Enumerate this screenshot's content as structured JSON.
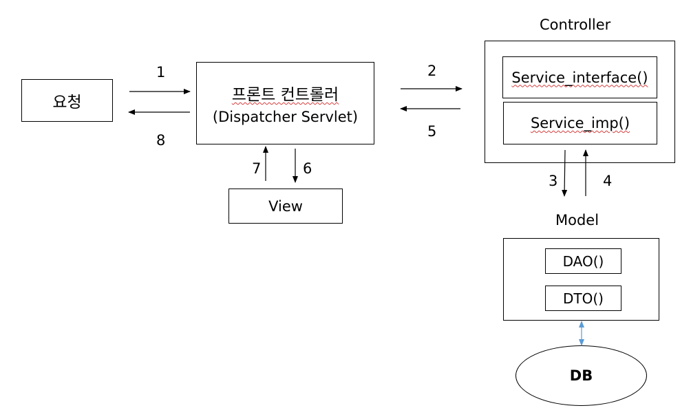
{
  "request": {
    "label": "요청"
  },
  "front_controller": {
    "label_kr": "프론트 컨트롤러",
    "label_en": "(Dispatcher Servlet)"
  },
  "view": {
    "label": "View"
  },
  "controller": {
    "title": "Controller",
    "service_interface": "Service_interface()",
    "service_imp": "Service_imp()"
  },
  "model": {
    "title": "Model",
    "dao": "DAO()",
    "dto": "DTO()"
  },
  "db": {
    "label": "DB"
  },
  "steps": {
    "s1": "1",
    "s2": "2",
    "s3": "3",
    "s4": "4",
    "s5": "5",
    "s6": "6",
    "s7": "7",
    "s8": "8"
  },
  "colors": {
    "line": "#000000",
    "db_link": "#5b9bd5",
    "spell_underline": "#d43b3b"
  }
}
